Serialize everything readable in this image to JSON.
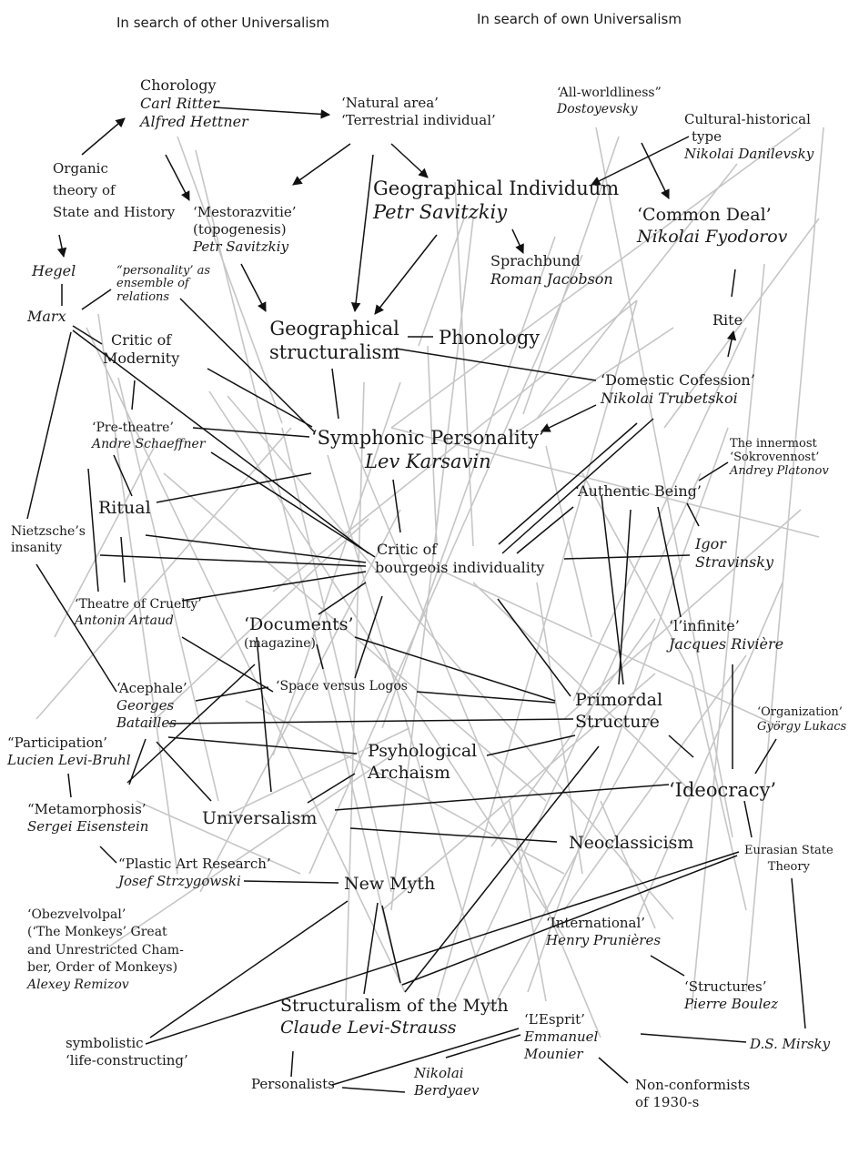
{
  "headers": {
    "left": "In search of other Universalism",
    "right": "In search of own Universalism"
  },
  "nodes": {
    "chorology": {
      "l1": "Chorology",
      "l2": "Carl Ritter",
      "l3": "Alfred Hettner"
    },
    "natural_area": {
      "l1": "‘Natural area’",
      "l2": "‘Terrestrial individual’"
    },
    "all_worldliness": {
      "l1": "‘All-worldliness”",
      "l2": "Dostoyevsky"
    },
    "cultural_type": {
      "l1": "Cultural-historical",
      "l2": "type",
      "l3": "Nikolai Danilevsky"
    },
    "organic": {
      "l1": "Organic",
      "l2": "theory of",
      "l3": "State and History"
    },
    "geo_individuum": {
      "l1": "Geographical Individuum",
      "l2": "Petr Savitzkiy"
    },
    "common_deal": {
      "l1": "‘Common Deal’",
      "l2": "Nikolai Fyodorov"
    },
    "mestorazvitie": {
      "l1": "‘Mestorazvitie’",
      "l2": "(topogenesis)",
      "l3": "Petr Savitzkiy"
    },
    "sprachbund": {
      "l1": "Sprachbund",
      "l2": "Roman Jacobson"
    },
    "hegel": "Hegel",
    "personality": {
      "l1": "“personality’ as",
      "l2": "ensemble of",
      "l3": "relations"
    },
    "marx": "Marx",
    "geo_struct": {
      "l1": "Geographical",
      "l2": "structuralism"
    },
    "phonology": "Phonology",
    "rite": "Rite",
    "critic_modernity": {
      "l1": "Critic of",
      "l2": "Modernity"
    },
    "domestic": {
      "l1": "‘Domestic Cofession’",
      "l2": "Nikolai Trubetskoi"
    },
    "pre_theatre": {
      "l1": "‘Pre-theatre’",
      "l2": "Andre Schaeffner"
    },
    "symphonic": {
      "l1": "‘Symphonic Personality’",
      "l2": "Lev Karsavin"
    },
    "innermost": {
      "l1": "The innermost",
      "l2": "‘Sokrovennost’",
      "l3": "Andrey Platonov"
    },
    "authentic": "‘Authentic Being’",
    "ritual": "Ritual",
    "nietzsche": {
      "l1": "Nietzsche’s",
      "l2": "insanity"
    },
    "critic_bourgeois": {
      "l1": "Critic of",
      "l2": "bourgeois individuality"
    },
    "stravinsky": {
      "l1": "Igor",
      "l2": "Stravinsky"
    },
    "cruelty": {
      "l1": "‘Theatre of Cruelty’",
      "l2": "Antonin Artaud"
    },
    "documents": {
      "l1": "‘Documents’",
      "l2": "(magazine)"
    },
    "infinite": {
      "l1": "‘l’infinite’",
      "l2": "Jacques Rivière"
    },
    "acephale": {
      "l1": "‘Acephale’",
      "l2": "Georges",
      "l3": "Batailles"
    },
    "space_logos": "‘Space versus Logos",
    "primordial": {
      "l1": "Primordal",
      "l2": "Structure"
    },
    "organization": {
      "l1": "‘Organization’",
      "l2": "György Lukacs"
    },
    "participation": {
      "l1": "“Participation’",
      "l2": "Lucien Levi-Bruhl"
    },
    "psych_archaism": {
      "l1": "Psyhological",
      "l2": "Archaism"
    },
    "ideocracy": "‘Ideocracy’",
    "metamorphosis": {
      "l1": "“Metamorphosis’",
      "l2": "Sergei Eisenstein"
    },
    "universalism": "Universalism",
    "neoclassicism": "Neoclassicism",
    "eurasian": {
      "l1": "Eurasian State",
      "l2": "Theory"
    },
    "plastic_art": {
      "l1": "“Plastic Art Research’",
      "l2": "Josef Strzygowski"
    },
    "new_myth": "New Myth",
    "obezvelvolpal": {
      "l1": "‘Obezvelvolpal’",
      "l2": "(‘The Monkeys’ Great",
      "l3": "and Unrestricted Cham-",
      "l4": "ber, Order of Monkeys)",
      "l5": "Alexey Remizov"
    },
    "international": {
      "l1": "‘International’",
      "l2": "Henry Prunières"
    },
    "structures": {
      "l1": "‘Structures’",
      "l2": "Pierre Boulez"
    },
    "struct_myth": {
      "l1": "Structuralism of the Myth",
      "l2": "Claude Levi-Strauss"
    },
    "esprit": {
      "l1": "‘L’Esprit’",
      "l2": "Emmanuel",
      "l3": "Mounier"
    },
    "symbolistic": {
      "l1": "symbolistic",
      "l2": "‘life-constructing’"
    },
    "mirsky": "D.S. Mirsky",
    "personalists": "Personalists",
    "berdyaev": {
      "l1": "Nikolai",
      "l2": "Berdyaev"
    },
    "nonconformists": {
      "l1": "Non-conformists",
      "l2": "of 1930-s"
    }
  },
  "colors": {
    "strong": "#111111",
    "weak": "#c6c6c6",
    "text": "#1a1a1a"
  }
}
